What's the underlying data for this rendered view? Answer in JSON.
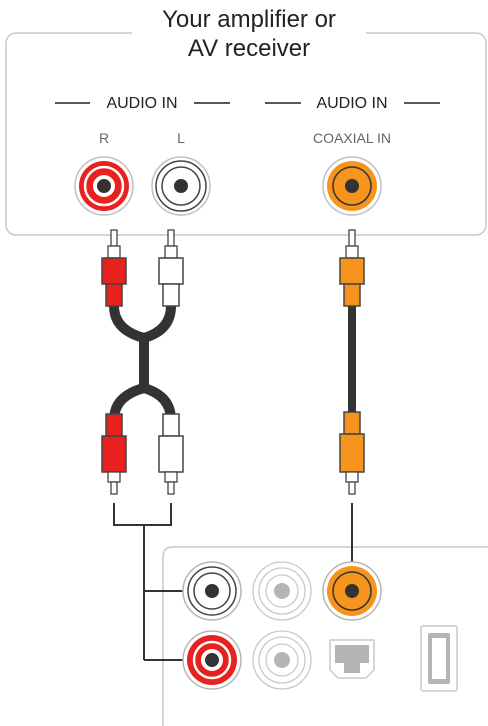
{
  "title_line1": "Your amplifier or",
  "title_line2": "AV receiver",
  "groups": [
    {
      "label": "AUDIO IN",
      "channels": [
        "R",
        "L"
      ]
    },
    {
      "label": "AUDIO IN",
      "sublabel": "COAXIAL IN"
    }
  ],
  "colors": {
    "red_plug": "#e8211e",
    "white_plug": "#ffffff",
    "coaxial_orange": "#f6941d",
    "cable": "#333333",
    "panel_border": "#c9c9c9",
    "inactive_jack": "#b5b5b5",
    "label_gray": "#666666"
  }
}
